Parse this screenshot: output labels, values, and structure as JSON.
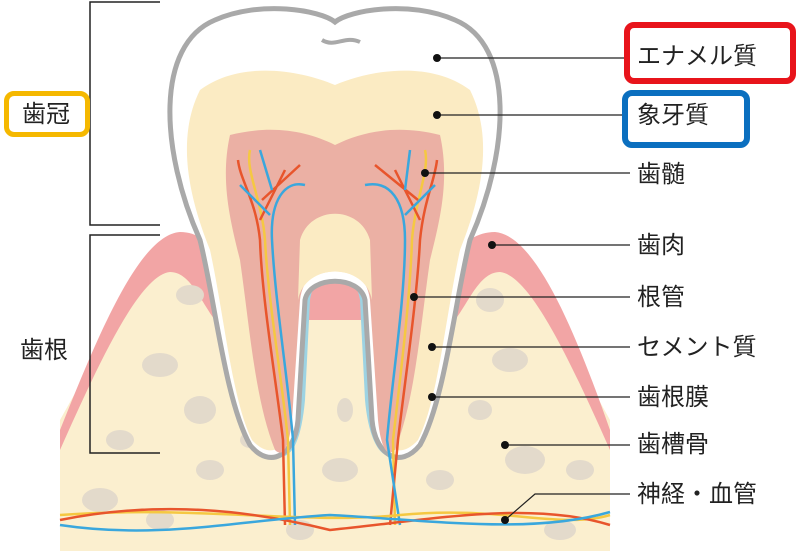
{
  "title_regions": {
    "crown": "歯冠",
    "root": "歯根"
  },
  "labels": [
    {
      "id": "enamel",
      "text": "エナメル質"
    },
    {
      "id": "dentin",
      "text": "象牙質"
    },
    {
      "id": "pulp",
      "text": "歯髄"
    },
    {
      "id": "gum",
      "text": "歯肉"
    },
    {
      "id": "root-canal",
      "text": "根管"
    },
    {
      "id": "cementum",
      "text": "セメント質"
    },
    {
      "id": "periodontal-ligament",
      "text": "歯根膜"
    },
    {
      "id": "alveolar-bone",
      "text": "歯槽骨"
    },
    {
      "id": "nerve-vessel",
      "text": "神経・血管"
    }
  ],
  "colors": {
    "enamel_box": "#E8141B",
    "dentin_box": "#0B6FBF",
    "crown_box": "#F5B800",
    "gum": "#F2A5A5",
    "bone": "#FBEFCF",
    "cementum": "#9DD3E3",
    "pulp": "#EBB0A4",
    "dentin": "#FBEBC3"
  }
}
